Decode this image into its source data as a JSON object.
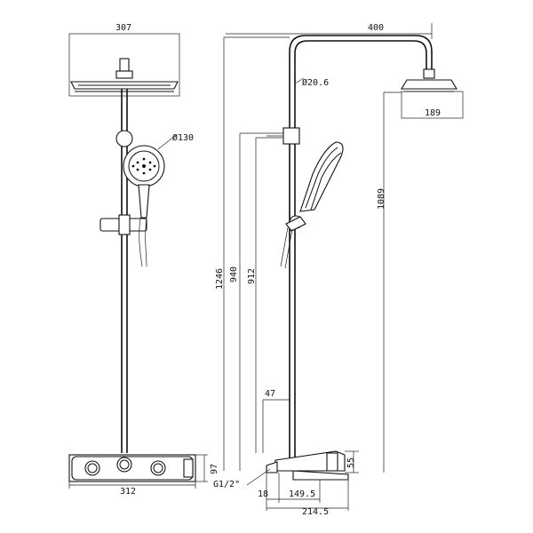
{
  "dimensions": {
    "front_head_width": "307",
    "handshower_diameter": "Ø130",
    "front_mixer_width": "312",
    "front_mixer_height": "97",
    "side_overall_reach": "400",
    "pipe_diameter": "Ø20.6",
    "side_head_width": "189",
    "overall_height": "1246",
    "height_940": "940",
    "height_912": "912",
    "height_1089": "1089",
    "dim_47": "47",
    "thread": "G1/2\"",
    "dim_18": "18",
    "dim_149_5": "149.5",
    "dim_214_5": "214.5",
    "dim_55": "55"
  }
}
